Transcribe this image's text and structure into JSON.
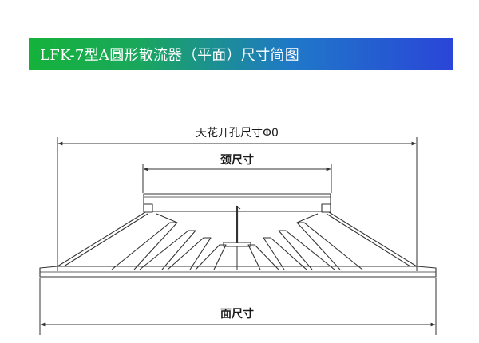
{
  "banner": {
    "title": "LFK-7型A圆形散流器（平面）尺寸简图",
    "gradient_start": "#15b23b",
    "gradient_end": "#2a45d8",
    "text_color": "#ffffff"
  },
  "drawing": {
    "line_color": "#333333",
    "ceiling_opening_label": "天花开孔尺寸Φ0",
    "neck_label": "颈尺寸",
    "face_label": "面尺寸"
  }
}
